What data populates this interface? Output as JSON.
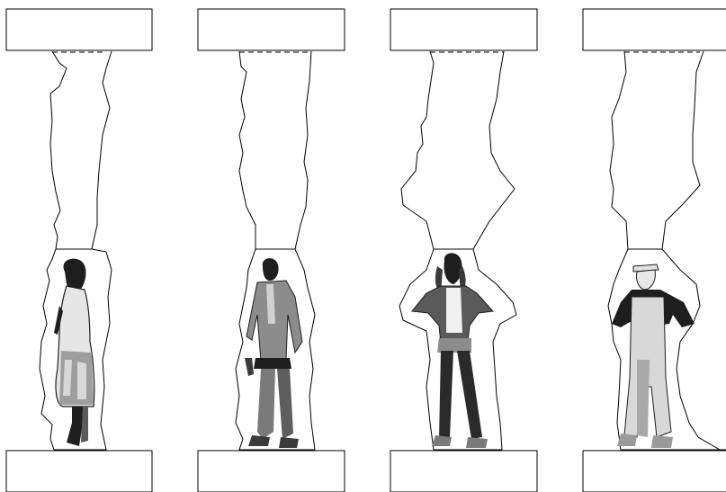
{
  "figure": {
    "panel_count": 4,
    "colors": {
      "background": "#ffffff",
      "outline": "#000000",
      "figure_dark": "#1e1e1e",
      "figure_mid": "#7a7a7a",
      "figure_light": "#bdbdbd"
    },
    "panels": [
      {
        "figure": "woman-in-dress"
      },
      {
        "figure": "worker-with-tool-belt"
      },
      {
        "figure": "woman-hands-on-hips"
      },
      {
        "figure": "worker-in-cap-and-overalls"
      }
    ]
  }
}
